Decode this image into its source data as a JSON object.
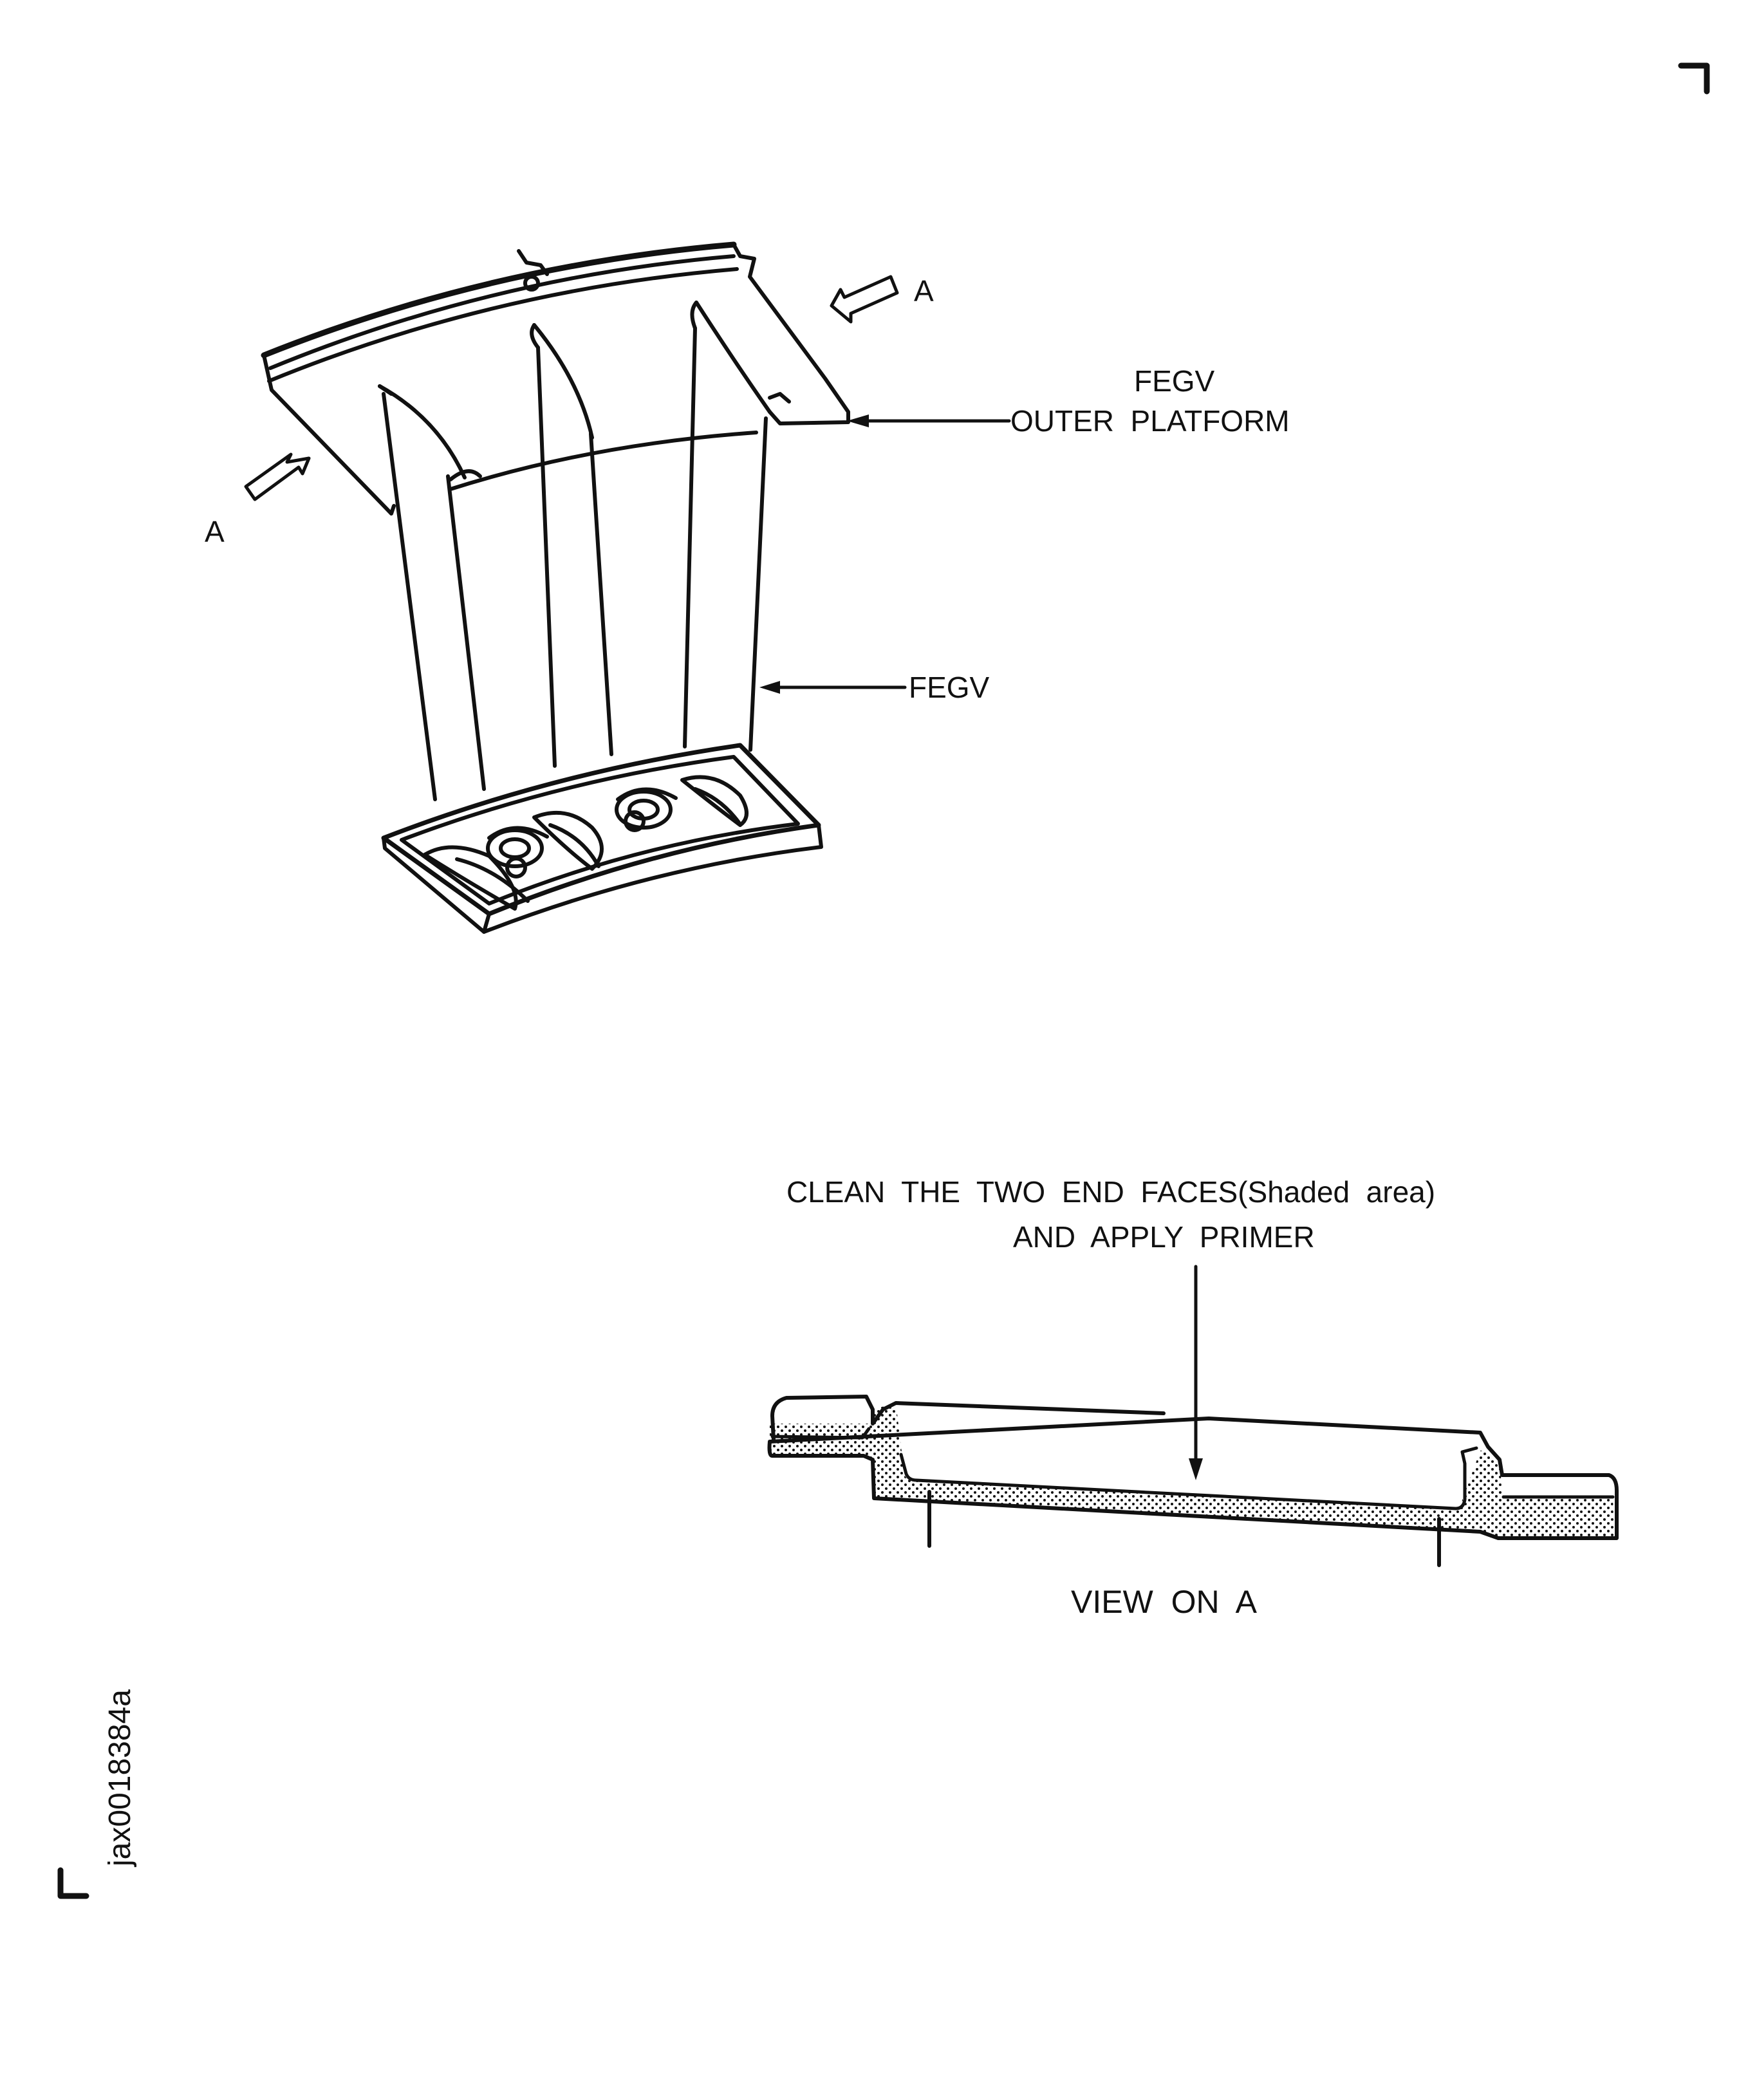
{
  "labels": {
    "arrow_a_top": "A",
    "arrow_a_left": "A",
    "outer_platform_line1": "FEGV",
    "outer_platform_line2": "OUTER  PLATFORM",
    "fegv": "FEGV",
    "instruction_line1": "CLEAN  THE  TWO  END  FACES(Shaded  area)",
    "instruction_line2": "AND  APPLY  PRIMER",
    "view_title": "VIEW  ON  A",
    "figure_id": "jax0018384a"
  }
}
